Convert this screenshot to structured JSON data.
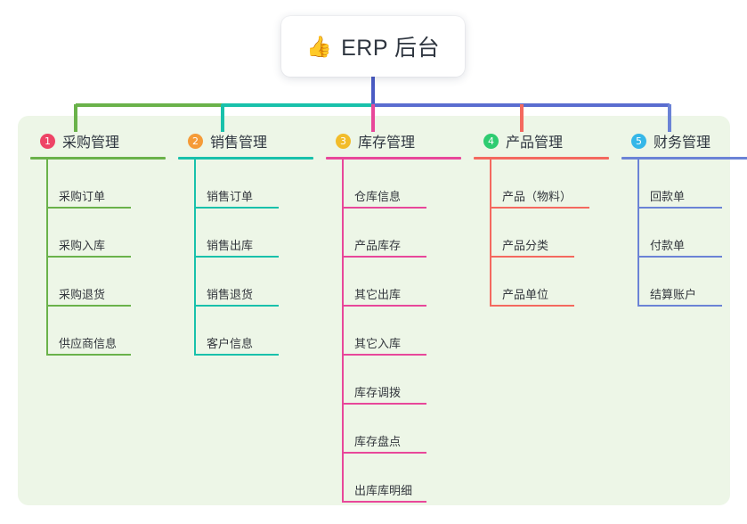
{
  "root": {
    "icon": "thumbs-up-icon",
    "emoji": "👍",
    "title": "ERP 后台"
  },
  "palette": {
    "panel_bg": "#edf6e7",
    "trunk": "#4a5bc4",
    "green": "#6ab24a",
    "teal": "#19c1ab",
    "pink": "#e8479a",
    "salmon": "#f4695f",
    "blue": "#6b83d6",
    "badge1": "#ee4466",
    "badge2": "#f59b38",
    "badge3": "#f2bc2a",
    "badge4": "#2ecc71",
    "badge5": "#35b7e8",
    "text": "#2f3640"
  },
  "columns": [
    {
      "index": "1",
      "badge_color": "#ee4466",
      "line_color": "#6ab24a",
      "title": "采购管理",
      "items": [
        "采购订单",
        "采购入库",
        "采购退货",
        "供应商信息"
      ]
    },
    {
      "index": "2",
      "badge_color": "#f59b38",
      "line_color": "#19c1ab",
      "title": "销售管理",
      "items": [
        "销售订单",
        "销售出库",
        "销售退货",
        "客户信息"
      ]
    },
    {
      "index": "3",
      "badge_color": "#f2bc2a",
      "line_color": "#e8479a",
      "title": "库存管理",
      "items": [
        "仓库信息",
        "产品库存",
        "其它出库",
        "其它入库",
        "库存调拨",
        "库存盘点",
        "出库库明细"
      ]
    },
    {
      "index": "4",
      "badge_color": "#2ecc71",
      "line_color": "#f4695f",
      "title": "产品管理",
      "items": [
        "产品（物料）",
        "产品分类",
        "产品单位"
      ]
    },
    {
      "index": "5",
      "badge_color": "#35b7e8",
      "line_color": "#6b83d6",
      "title": "财务管理",
      "items": [
        "回款单",
        "付款单",
        "结算账户"
      ]
    }
  ]
}
